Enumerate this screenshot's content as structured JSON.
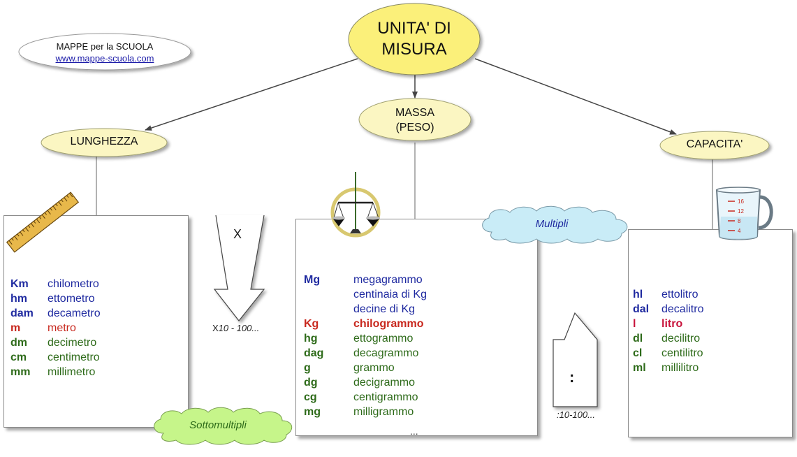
{
  "colors": {
    "node_fill": "#fbf6c2",
    "root_fill": "#fbf07a",
    "cloud_blue": "#c9ecf7",
    "cloud_green": "#c6f58a",
    "abbr_blue": "#1f2aa0",
    "abbr_red": "#c8281e",
    "abbr_green": "#2e6b1a",
    "abbr_crimson": "#c8143c"
  },
  "credit": {
    "line1": "MAPPE per la SCUOLA",
    "link": "www.mappe-scuola.com"
  },
  "root": {
    "line1": "UNITA' DI",
    "line2": "MISURA"
  },
  "nodes": {
    "lunghezza": "LUNGHEZZA",
    "massa_line1": "MASSA",
    "massa_line2": "(PESO)",
    "capacita": "CAPACITA'"
  },
  "arrows": {
    "down_symbol": "X",
    "down_caption_x": "X",
    "down_caption": "10 - 100...",
    "up_symbol": ":",
    "up_caption": ":10-100..."
  },
  "clouds": {
    "multipli": "Multipli",
    "sottomultipli": "Sottomultipli"
  },
  "lunghezza_units": [
    {
      "abbr": "Km",
      "name": "chilometro",
      "color": "blue"
    },
    {
      "abbr": "hm",
      "name": "ettometro",
      "color": "blue"
    },
    {
      "abbr": "dam",
      "name": "decametro",
      "color": "blue"
    },
    {
      "abbr": "m",
      "name": "metro",
      "color": "red"
    },
    {
      "abbr": "dm",
      "name": "decimetro",
      "color": "green"
    },
    {
      "abbr": "cm",
      "name": "centimetro",
      "color": "green"
    },
    {
      "abbr": "mm",
      "name": "millimetro",
      "color": "green"
    }
  ],
  "massa_units": [
    {
      "abbr": "Mg",
      "name": "megagrammo",
      "color": "blue"
    },
    {
      "abbr": "",
      "name": "centinaia di Kg",
      "color": "blue"
    },
    {
      "abbr": "",
      "name": "decine di Kg",
      "color": "blue"
    },
    {
      "abbr": "Kg",
      "name": "chilogrammo",
      "color": "red",
      "bold": true
    },
    {
      "abbr": "hg",
      "name": "ettogrammo",
      "color": "green"
    },
    {
      "abbr": "dag",
      "name": "decagrammo",
      "color": "green"
    },
    {
      "abbr": "g",
      "name": "grammo",
      "color": "green"
    },
    {
      "abbr": "dg",
      "name": "decigrammo",
      "color": "green"
    },
    {
      "abbr": "cg",
      "name": "centigrammo",
      "color": "green"
    },
    {
      "abbr": "mg",
      "name": "milligrammo",
      "color": "green"
    }
  ],
  "massa_ellipsis": "...",
  "capacita_units": [
    {
      "abbr": "hl",
      "name": "ettolitro",
      "color": "blue"
    },
    {
      "abbr": "dal",
      "name": "decalitro",
      "color": "blue"
    },
    {
      "abbr": "l",
      "name": "litro",
      "color": "crimson",
      "bold": true
    },
    {
      "abbr": "dl",
      "name": "decilitro",
      "color": "green"
    },
    {
      "abbr": "cl",
      "name": "centilitro",
      "color": "green"
    },
    {
      "abbr": "ml",
      "name": "millilitro",
      "color": "green"
    }
  ],
  "jug_marks": [
    "16",
    "12",
    "8",
    "4"
  ],
  "icons": {
    "ruler": "ruler-icon",
    "scale": "balance-scale-icon",
    "jug": "measuring-jug-icon"
  }
}
